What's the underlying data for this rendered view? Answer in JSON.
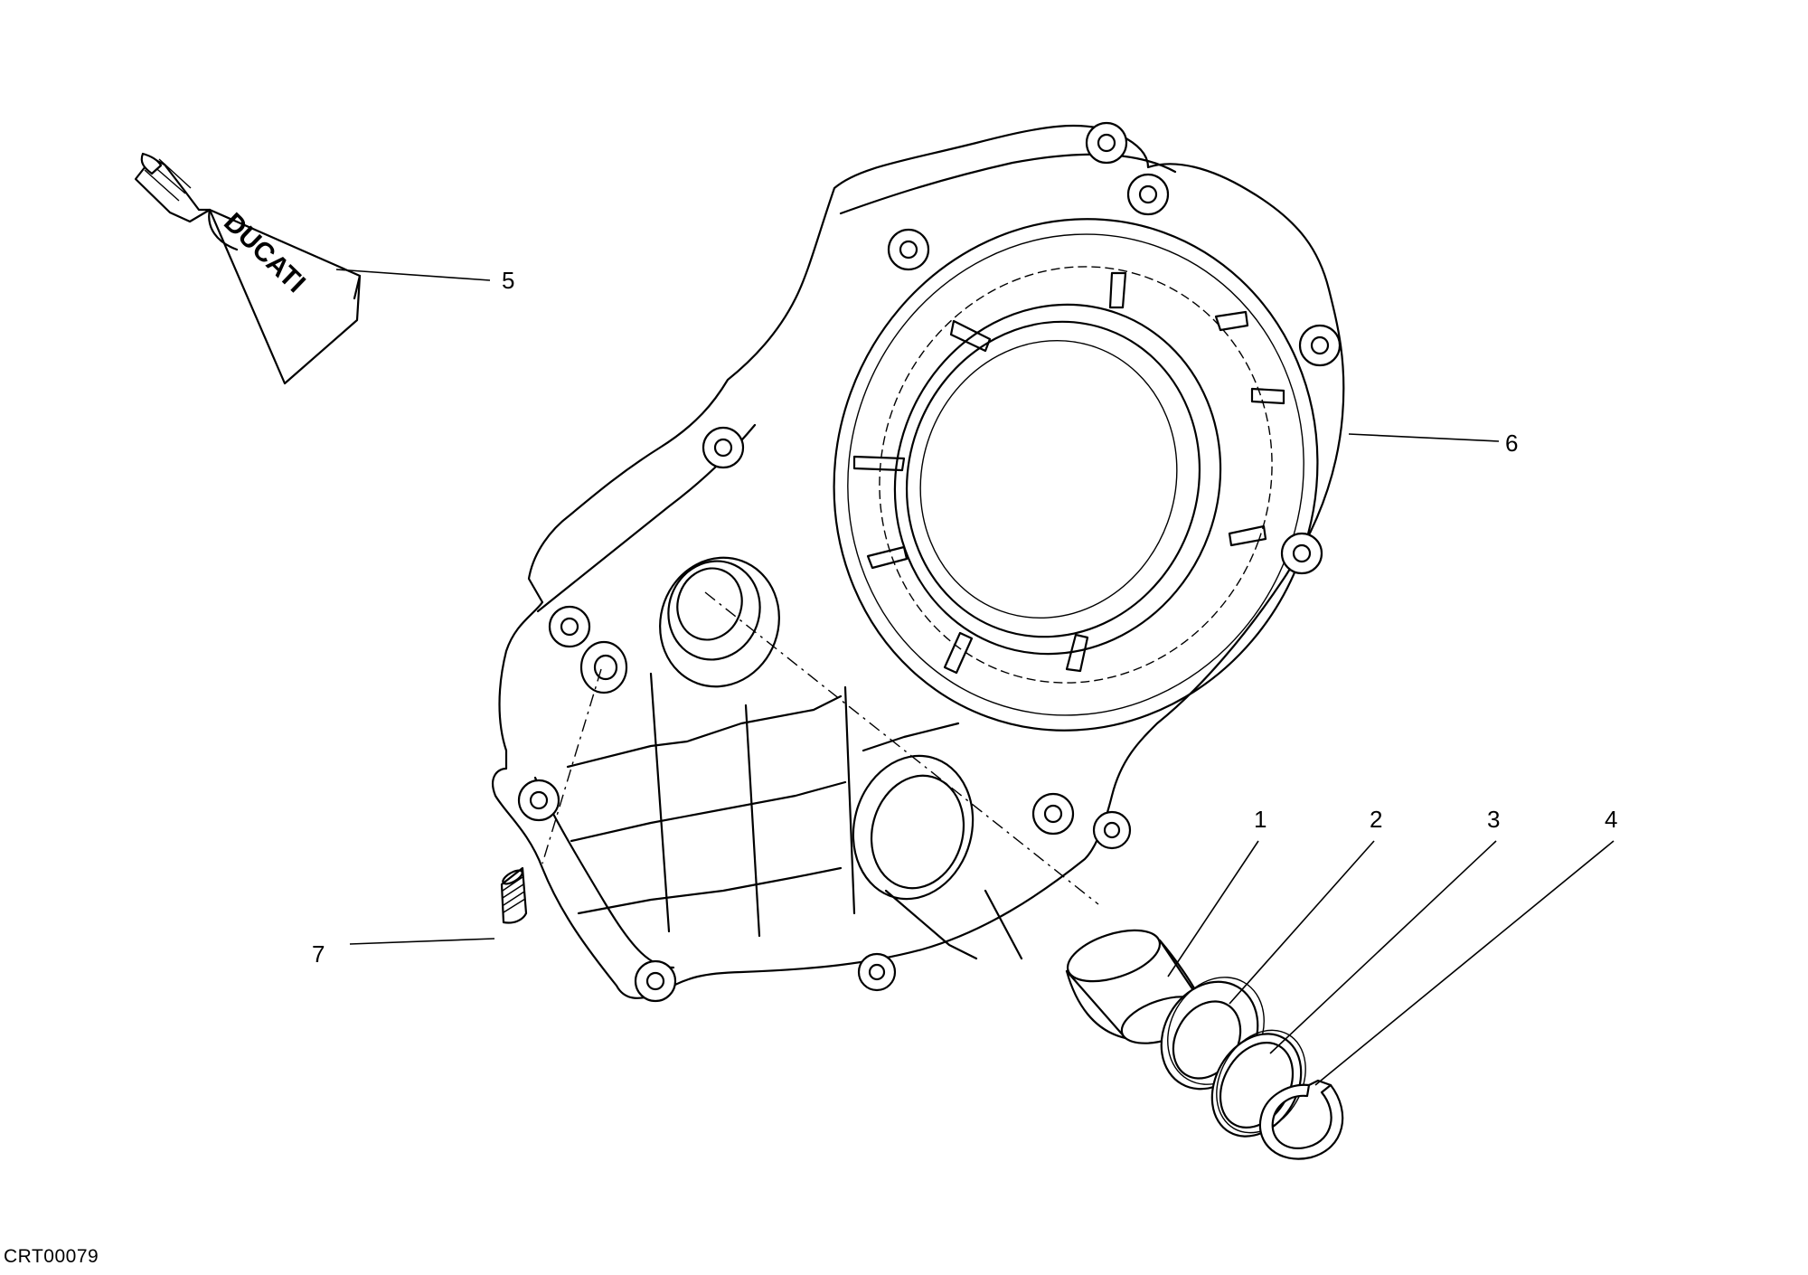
{
  "diagram": {
    "brand_text": "DUCATI",
    "drawing_code": "CRT00079",
    "callouts": [
      {
        "id": "1",
        "label": "1"
      },
      {
        "id": "2",
        "label": "2"
      },
      {
        "id": "3",
        "label": "3"
      },
      {
        "id": "4",
        "label": "4"
      },
      {
        "id": "5",
        "label": "5"
      },
      {
        "id": "6",
        "label": "6"
      },
      {
        "id": "7",
        "label": "7"
      }
    ]
  }
}
